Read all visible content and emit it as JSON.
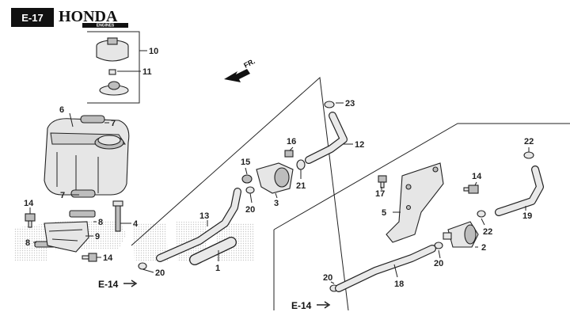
{
  "header": {
    "section_badge": "E-17",
    "brand": "HONDA",
    "brand_sub": "ENGINES"
  },
  "direction": {
    "label": "FR."
  },
  "part_labels": {
    "p1": "1",
    "p2": "2",
    "p3": "3",
    "p4": "4",
    "p5": "5",
    "p6": "6",
    "p7a": "7",
    "p7b": "7",
    "p8a": "8",
    "p8b": "8",
    "p9": "9",
    "p10": "10",
    "p11": "11",
    "p12": "12",
    "p13": "13",
    "p14a": "14",
    "p14b": "14",
    "p14c": "14",
    "p15": "15",
    "p16": "16",
    "p17": "17",
    "p18": "18",
    "p19": "19",
    "p20a": "20",
    "p20b": "20",
    "p20c": "20",
    "p20d": "20",
    "p21": "21",
    "p22a": "22",
    "p22b": "22",
    "p23": "23"
  },
  "references": {
    "ref_left": "E-14",
    "ref_right": "E-14"
  },
  "colors": {
    "ink": "#222222",
    "part_fill": "#e6e6e6",
    "badge_bg": "#111111",
    "watermark": "#d6d6d6"
  }
}
